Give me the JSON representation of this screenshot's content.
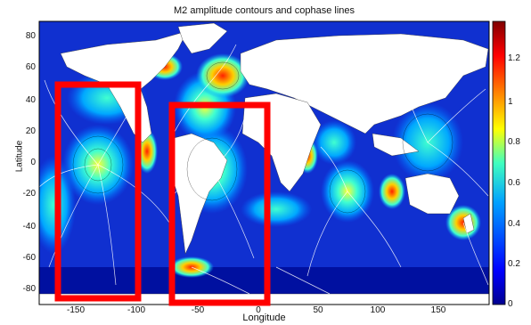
{
  "map": {
    "title": "M2 amplitude contours and cophase lines",
    "x_axis_label": "Longitude",
    "y_axis_label": "Latitude",
    "x_ticks": [
      "-150",
      "-100",
      "-50",
      "0",
      "50",
      "100",
      "150"
    ],
    "y_ticks": [
      "80",
      "60",
      "40",
      "20",
      "0",
      "-20",
      "-40",
      "-60",
      "-80"
    ],
    "colorbar_ticks": [
      "1.2",
      "1",
      "0.8",
      "0.6",
      "0.4",
      "0.2",
      "0"
    ],
    "colormap": [
      "#00008f",
      "#0000ff",
      "#00a0ff",
      "#40ffbf",
      "#ffff00",
      "#ff8000",
      "#ff0000",
      "#800000"
    ],
    "highlight_color": "#ff0000",
    "land_color": "#ffffff",
    "ocean_base_color": "#1030d0"
  }
}
